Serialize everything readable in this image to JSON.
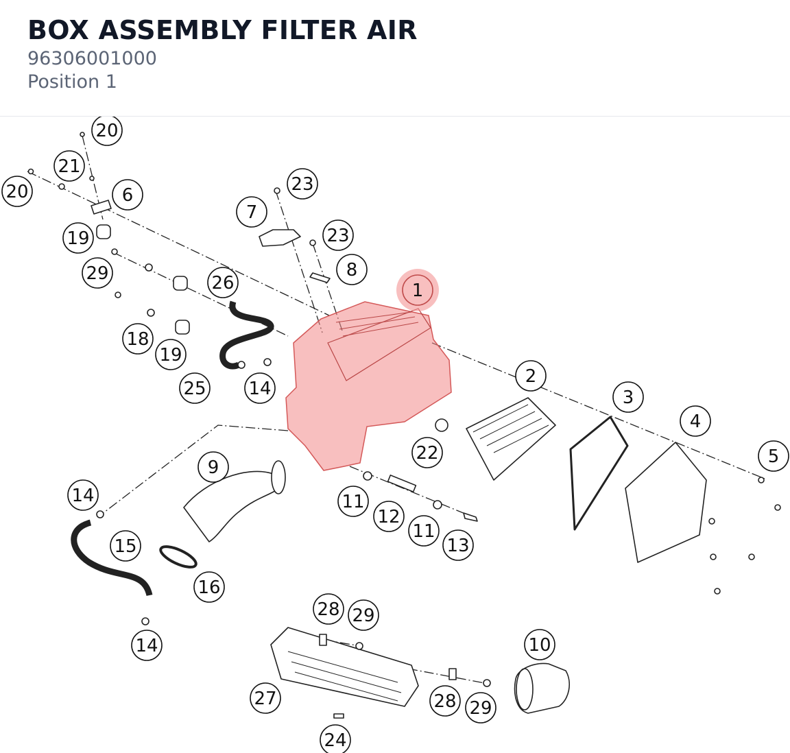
{
  "header": {
    "title": "BOX ASSEMBLY FILTER AIR",
    "part_number": "96306001000",
    "position": "Position 1"
  },
  "colors": {
    "highlight": "#f28b8b",
    "title": "#111827",
    "subtle": "#5b6475",
    "line": "#222222"
  },
  "diagram": {
    "highlighted_callout": "1",
    "callouts": [
      {
        "label": "20"
      },
      {
        "label": "21"
      },
      {
        "label": "20"
      },
      {
        "label": "6"
      },
      {
        "label": "19"
      },
      {
        "label": "29"
      },
      {
        "label": "7"
      },
      {
        "label": "23"
      },
      {
        "label": "23"
      },
      {
        "label": "8"
      },
      {
        "label": "1"
      },
      {
        "label": "26"
      },
      {
        "label": "18"
      },
      {
        "label": "19"
      },
      {
        "label": "25"
      },
      {
        "label": "14"
      },
      {
        "label": "2"
      },
      {
        "label": "3"
      },
      {
        "label": "4"
      },
      {
        "label": "5"
      },
      {
        "label": "22"
      },
      {
        "label": "9"
      },
      {
        "label": "14"
      },
      {
        "label": "11"
      },
      {
        "label": "12"
      },
      {
        "label": "11"
      },
      {
        "label": "13"
      },
      {
        "label": "15"
      },
      {
        "label": "16"
      },
      {
        "label": "14"
      },
      {
        "label": "28"
      },
      {
        "label": "29"
      },
      {
        "label": "10"
      },
      {
        "label": "27"
      },
      {
        "label": "28"
      },
      {
        "label": "29"
      },
      {
        "label": "24"
      }
    ]
  }
}
